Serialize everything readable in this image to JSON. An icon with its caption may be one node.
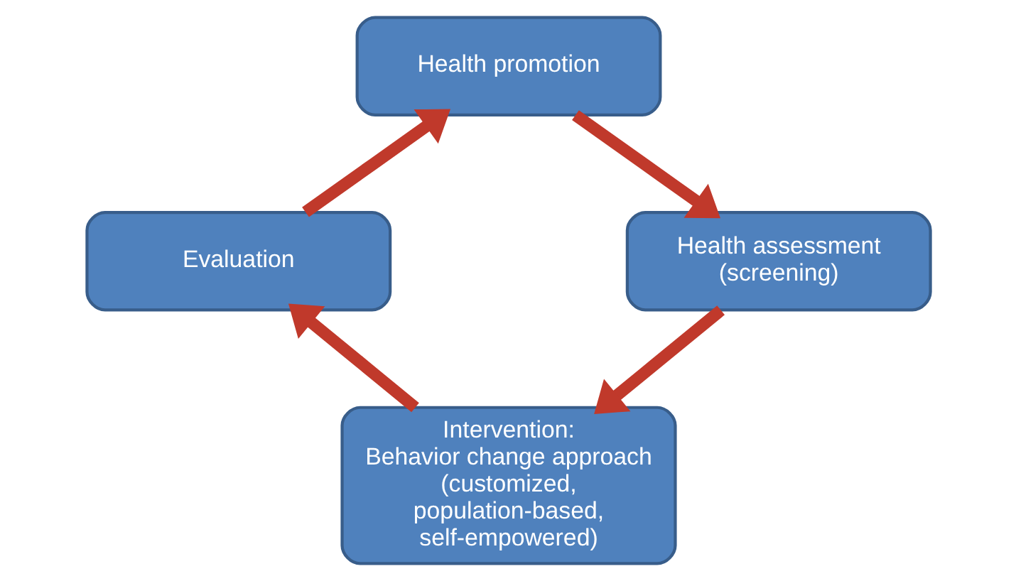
{
  "diagram": {
    "nodes": [
      {
        "text": [
          "Health promotion"
        ]
      },
      {
        "text": [
          "Health assessment (screening)"
        ]
      },
      {
        "text": [
          "Intervention:",
          "Behavior change approach (customized, population-based, self-empowered)"
        ]
      },
      {
        "text": [
          "Evaluation"
        ]
      }
    ],
    "edges": [
      {
        "from": 0,
        "to": 1,
        "arrow": "to"
      },
      {
        "from": 1,
        "to": 2,
        "arrow": "to"
      },
      {
        "from": 2,
        "to": 3,
        "arrow": "to"
      },
      {
        "from": 3,
        "to": 0,
        "arrow": "to"
      }
    ]
  }
}
